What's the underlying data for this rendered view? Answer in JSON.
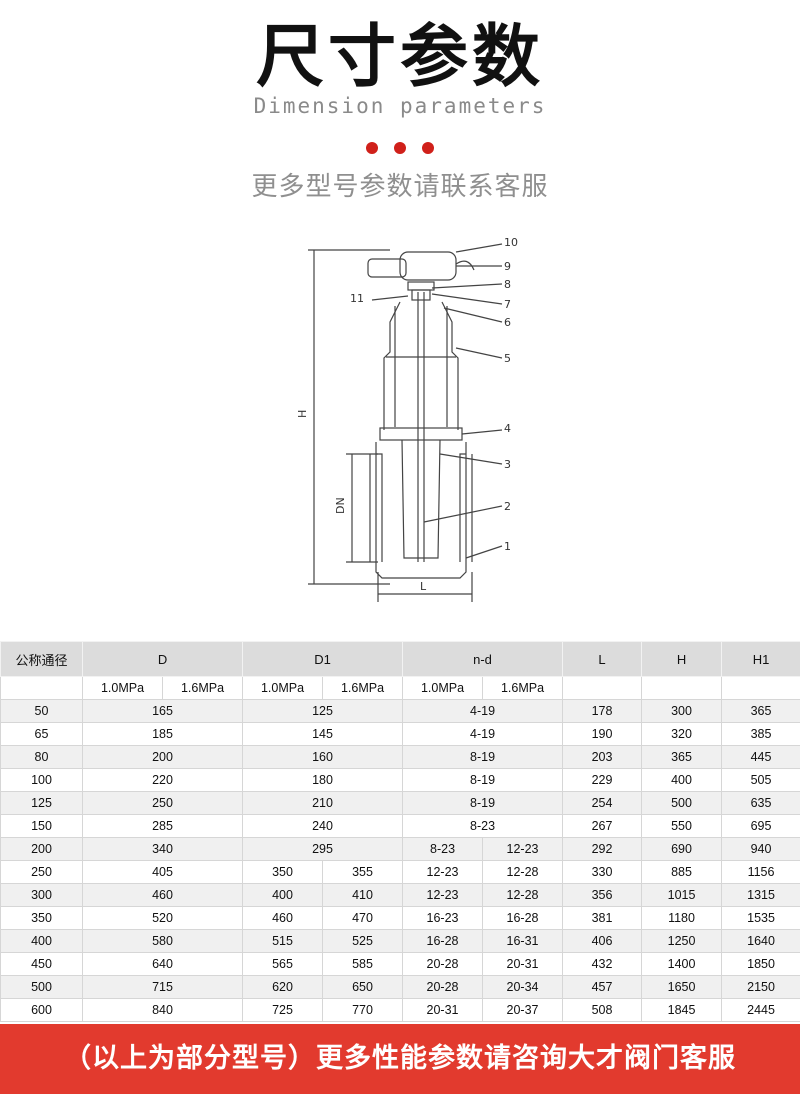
{
  "header": {
    "title": "尺寸参数",
    "subtitle": "Dimension parameters",
    "note": "更多型号参数请联系客服"
  },
  "colors": {
    "accent": "#d0201a",
    "banner": "#e23a2e",
    "header_bg": "#dcdcdc",
    "stripe": "#f0f0f0"
  },
  "drawing": {
    "part_labels": [
      "10",
      "9",
      "8",
      "7",
      "11",
      "6",
      "5",
      "4",
      "3",
      "2",
      "1"
    ],
    "dim_labels": {
      "h": "H",
      "dn": "DN",
      "l": "L"
    }
  },
  "table": {
    "headers": [
      "公称通径",
      "D",
      "D1",
      "n-d",
      "L",
      "H",
      "H1"
    ],
    "pressure_labels": [
      "1.0MPa",
      "1.6MPa"
    ],
    "rows": [
      {
        "dn": "50",
        "d": "165",
        "d1": "125",
        "nd": "4-19",
        "l": "178",
        "h": "300",
        "h1": "365"
      },
      {
        "dn": "65",
        "d": "185",
        "d1": "145",
        "nd": "4-19",
        "l": "190",
        "h": "320",
        "h1": "385"
      },
      {
        "dn": "80",
        "d": "200",
        "d1": "160",
        "nd": "8-19",
        "l": "203",
        "h": "365",
        "h1": "445"
      },
      {
        "dn": "100",
        "d": "220",
        "d1": "180",
        "nd": "8-19",
        "l": "229",
        "h": "400",
        "h1": "505"
      },
      {
        "dn": "125",
        "d": "250",
        "d1": "210",
        "nd": "8-19",
        "l": "254",
        "h": "500",
        "h1": "635"
      },
      {
        "dn": "150",
        "d": "285",
        "d1": "240",
        "nd": "8-23",
        "l": "267",
        "h": "550",
        "h1": "695"
      },
      {
        "dn": "200",
        "d": "340",
        "d1": "295",
        "nd_a": "8-23",
        "nd_b": "12-23",
        "l": "292",
        "h": "690",
        "h1": "940"
      },
      {
        "dn": "250",
        "d": "405",
        "d1_a": "350",
        "d1_b": "355",
        "nd_a": "12-23",
        "nd_b": "12-28",
        "l": "330",
        "h": "885",
        "h1": "1156"
      },
      {
        "dn": "300",
        "d": "460",
        "d1_a": "400",
        "d1_b": "410",
        "nd_a": "12-23",
        "nd_b": "12-28",
        "l": "356",
        "h": "1015",
        "h1": "1315"
      },
      {
        "dn": "350",
        "d": "520",
        "d1_a": "460",
        "d1_b": "470",
        "nd_a": "16-23",
        "nd_b": "16-28",
        "l": "381",
        "h": "1180",
        "h1": "1535"
      },
      {
        "dn": "400",
        "d": "580",
        "d1_a": "515",
        "d1_b": "525",
        "nd_a": "16-28",
        "nd_b": "16-31",
        "l": "406",
        "h": "1250",
        "h1": "1640"
      },
      {
        "dn": "450",
        "d": "640",
        "d1_a": "565",
        "d1_b": "585",
        "nd_a": "20-28",
        "nd_b": "20-31",
        "l": "432",
        "h": "1400",
        "h1": "1850"
      },
      {
        "dn": "500",
        "d": "715",
        "d1_a": "620",
        "d1_b": "650",
        "nd_a": "20-28",
        "nd_b": "20-34",
        "l": "457",
        "h": "1650",
        "h1": "2150"
      },
      {
        "dn": "600",
        "d": "840",
        "d1_a": "725",
        "d1_b": "770",
        "nd_a": "20-31",
        "nd_b": "20-37",
        "l": "508",
        "h": "1845",
        "h1": "2445"
      }
    ]
  },
  "footer": {
    "banner": "（以上为部分型号）更多性能参数请咨询大才阀门客服"
  }
}
